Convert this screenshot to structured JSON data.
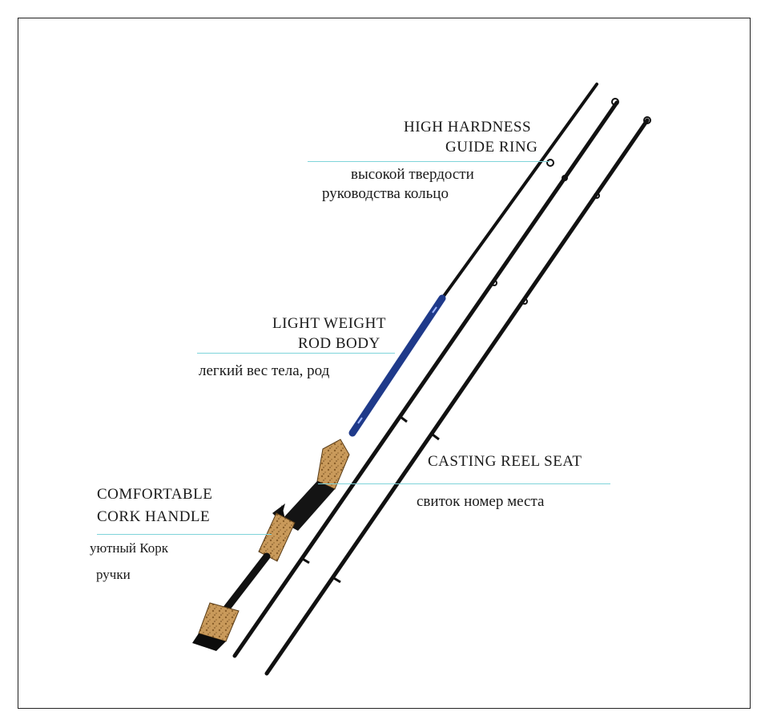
{
  "callouts": {
    "guide_ring": {
      "en_line1": "HIGH HARDNESS",
      "en_line2": "GUIDE RING",
      "ru_line1": "высокой твердости",
      "ru_line2": "руководства кольцо"
    },
    "rod_body": {
      "en_line1": "LIGHT WEIGHT",
      "en_line2": "ROD BODY",
      "ru_line1": "легкий вес тела, род"
    },
    "reel_seat": {
      "en_line1": "CASTING REEL SEAT",
      "ru_line1": "свиток номер места"
    },
    "cork_handle": {
      "en_line1": "COMFORTABLE",
      "en_line2": "CORK HANDLE",
      "ru_line1": "уютный  Корк",
      "ru_line2": "ручки"
    }
  },
  "colors": {
    "rule": "#7fd4da",
    "rod_blank": "#111111",
    "rod_blue": "#1f3a8a",
    "cork": "#c99a5b",
    "reel_seat": "#141414"
  },
  "image": {
    "subject": "fishing-rod-sections",
    "sections": 3
  }
}
